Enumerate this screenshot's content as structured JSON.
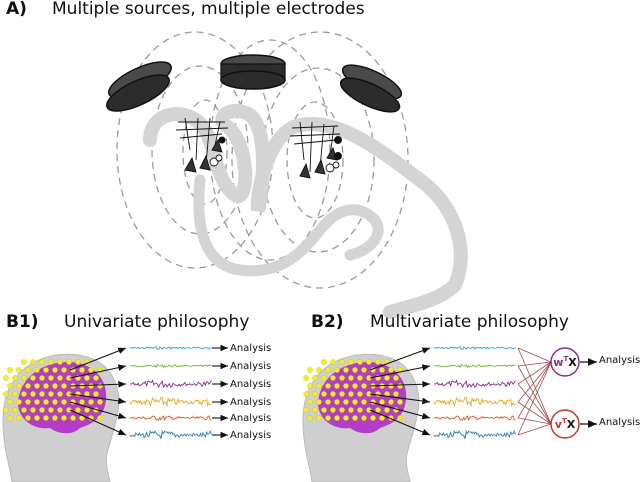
{
  "panel_a": {
    "label": "A)",
    "title": "Multiple sources, multiple electrodes"
  },
  "panel_b1": {
    "label": "B1)",
    "title": "Univariate philosophy",
    "outputs": [
      "Analysis",
      "Analysis",
      "Analysis",
      "Analysis",
      "Analysis",
      "Analysis"
    ]
  },
  "panel_b2": {
    "label": "B2)",
    "title": "Multivariate philosophy",
    "combiners": [
      {
        "symbol": "w",
        "sup": "T",
        "var": "X",
        "output": "Analysis"
      },
      {
        "symbol": "v",
        "sup": "T",
        "var": "X",
        "output": "Analysis"
      }
    ]
  },
  "colors": {
    "trace_colors": [
      "#2aa4d8",
      "#7ab53a",
      "#8a2d8c",
      "#e6a81c",
      "#e0531c",
      "#2c7fc0"
    ],
    "electrode": "#f2ee2a",
    "brain": "#b43cc8",
    "head": "#cfcfcf",
    "cortex": "#d9d9d9",
    "field_lines": "#9a9a9a",
    "combiner_w": "#8a2d8c",
    "combiner_v": "#c0392b",
    "connections": "#a24a4a"
  }
}
